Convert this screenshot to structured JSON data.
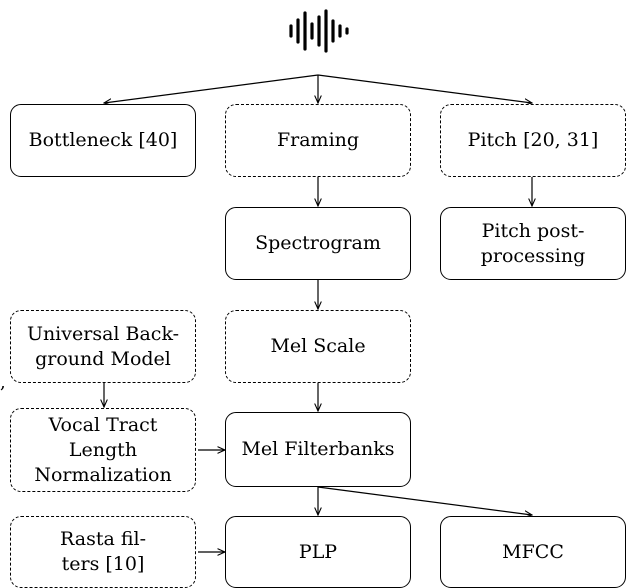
{
  "nodes": {
    "bottleneck": "Bottleneck [40]",
    "framing": "Framing",
    "pitch": "Pitch [20, 31]",
    "spectrogram": "Spectrogram",
    "pitch_post_1": "Pitch post-",
    "pitch_post_2": "processing",
    "ubm_1": "Universal Back-",
    "ubm_2": "ground Model",
    "mel_scale": "Mel Scale",
    "vtln_1": "Vocal Tract",
    "vtln_2": "Length",
    "vtln_3": "Normalization",
    "mel_filterbanks": "Mel Filterbanks",
    "rasta_1": "Rasta fil-",
    "rasta_2": "ters [10]",
    "plp": "PLP",
    "mfcc": "MFCC"
  },
  "stray_mark": ",",
  "icon": "audio-waveform-icon"
}
